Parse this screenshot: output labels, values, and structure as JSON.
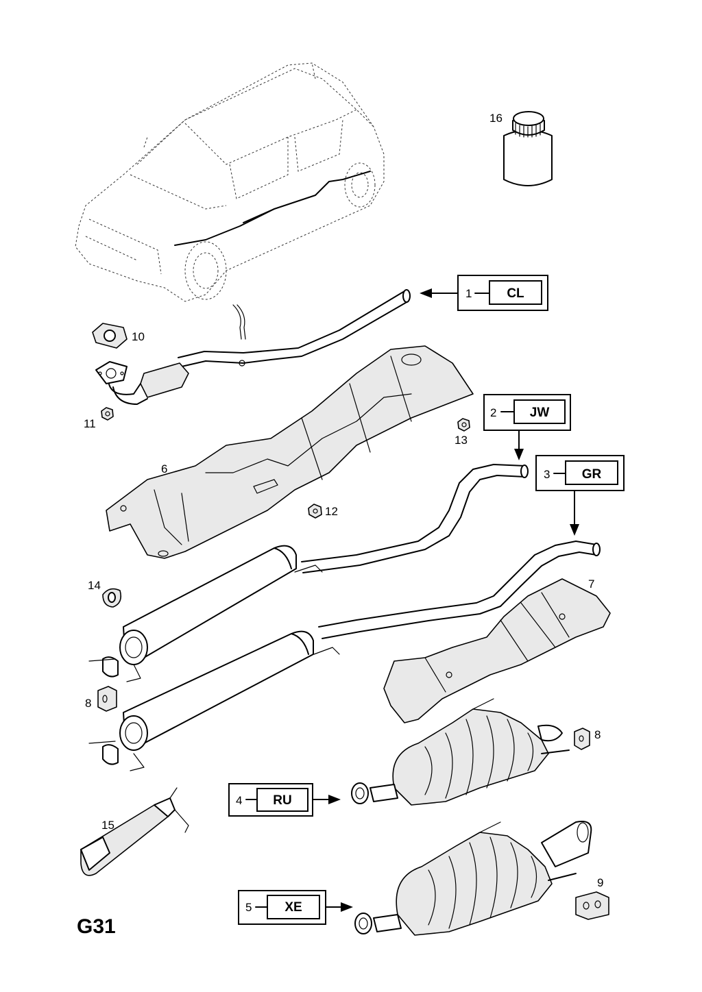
{
  "sheet_code": "G31",
  "callouts": [
    {
      "id": "1",
      "code": "CL"
    },
    {
      "id": "2",
      "code": "JW"
    },
    {
      "id": "3",
      "code": "GR"
    },
    {
      "id": "4",
      "code": "RU"
    },
    {
      "id": "5",
      "code": "XE"
    }
  ],
  "part_labels": {
    "p6": "6",
    "p7": "7",
    "p8a": "8",
    "p8b": "8",
    "p9": "9",
    "p10": "10",
    "p11": "11",
    "p12": "12",
    "p13": "13",
    "p14": "14",
    "p15": "15",
    "p16": "16"
  }
}
